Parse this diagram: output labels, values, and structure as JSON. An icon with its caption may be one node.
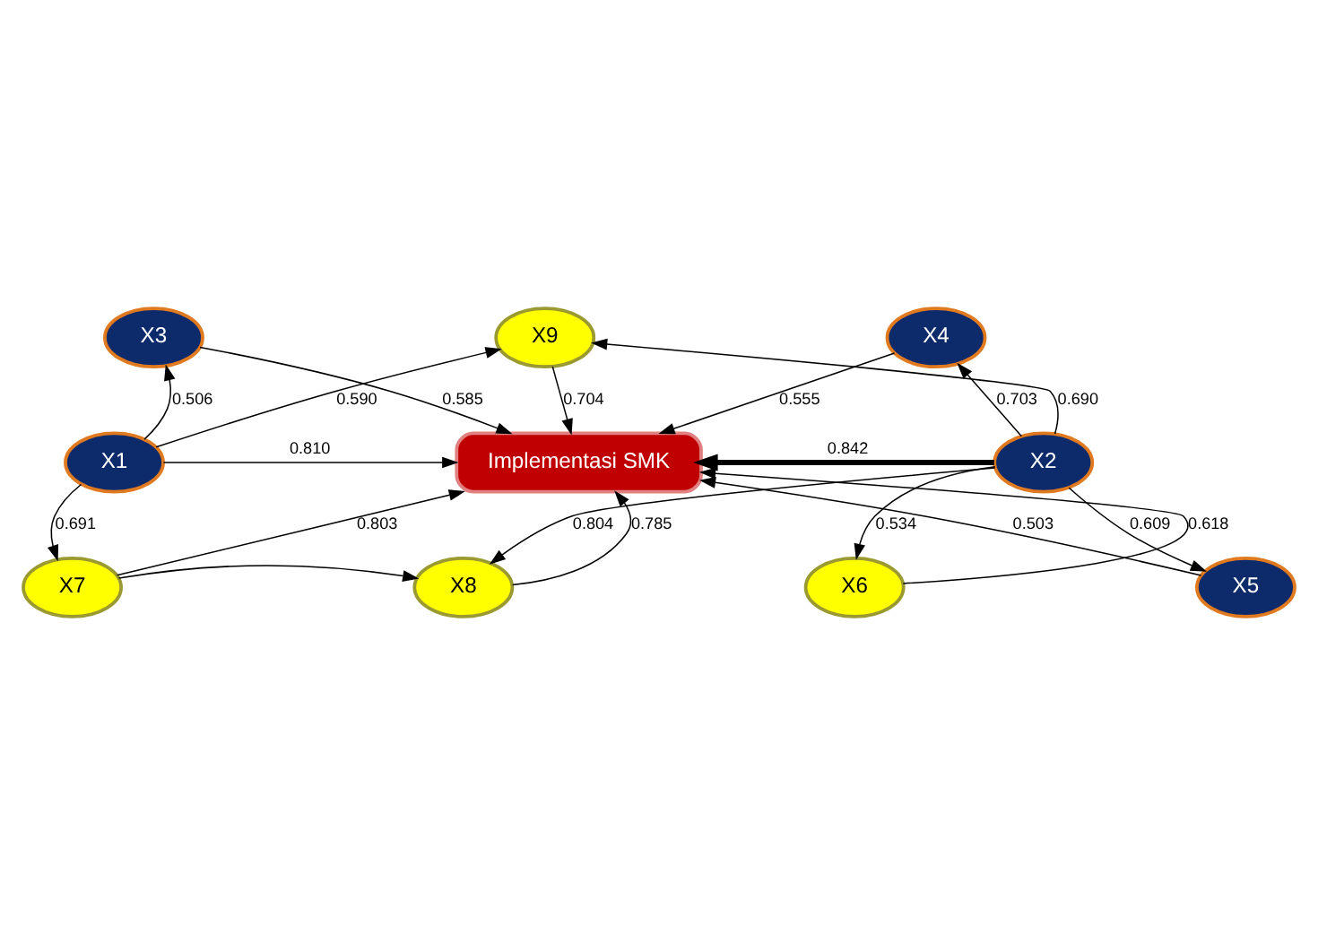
{
  "diagram": {
    "nodes": [
      {
        "text": [
          "X3"
        ]
      },
      {
        "text": [
          "X4"
        ]
      },
      {
        "text": [
          "X9"
        ]
      },
      {
        "text": [
          "X1"
        ]
      },
      {
        "text": [
          "Implementasi SMK"
        ]
      },
      {
        "text": [
          "X2"
        ]
      },
      {
        "text": [
          "X7"
        ]
      },
      {
        "text": [
          "X5"
        ]
      },
      {
        "text": [
          "X8"
        ]
      },
      {
        "text": [
          "X6"
        ]
      }
    ],
    "edges": [
      {
        "from": 3,
        "to": 0,
        "arrow": "to",
        "label": "0.506"
      },
      {
        "from": 0,
        "to": 4,
        "arrow": "to",
        "label": "0.585"
      },
      {
        "from": 3,
        "to": 2,
        "arrow": "to",
        "label": "0.590"
      },
      {
        "from": 2,
        "to": 4,
        "arrow": "to",
        "label": "0.704"
      },
      {
        "from": 1,
        "to": 4,
        "arrow": "to",
        "label": "0.555"
      },
      {
        "from": 5,
        "to": 1,
        "arrow": "to",
        "label": "0.703"
      },
      {
        "from": 5,
        "to": 2,
        "arrow": "to",
        "label": "0.690"
      },
      {
        "from": 3,
        "to": 4,
        "arrow": "to",
        "label": "0.810"
      },
      {
        "from": 5,
        "to": 4,
        "arrow": "to",
        "label": "0.842",
        "style": "thick"
      },
      {
        "from": 3,
        "to": 6,
        "arrow": "to",
        "label": "0.691"
      },
      {
        "from": 6,
        "to": 4,
        "arrow": "to",
        "label": "0.803"
      },
      {
        "from": 8,
        "to": 4,
        "arrow": "to",
        "label": "0.785"
      },
      {
        "from": 9,
        "to": 4,
        "arrow": "to",
        "label": "0.618"
      },
      {
        "from": 7,
        "to": 4,
        "arrow": "to",
        "label": "0.503"
      },
      {
        "from": 5,
        "to": 8,
        "arrow": "to",
        "label": "0.804"
      },
      {
        "from": 5,
        "to": 7,
        "arrow": "to",
        "label": "0.609"
      },
      {
        "from": 5,
        "to": 9,
        "arrow": "to",
        "label": "0.534"
      },
      {
        "from": 6,
        "to": 8,
        "arrow": "to"
      }
    ]
  }
}
